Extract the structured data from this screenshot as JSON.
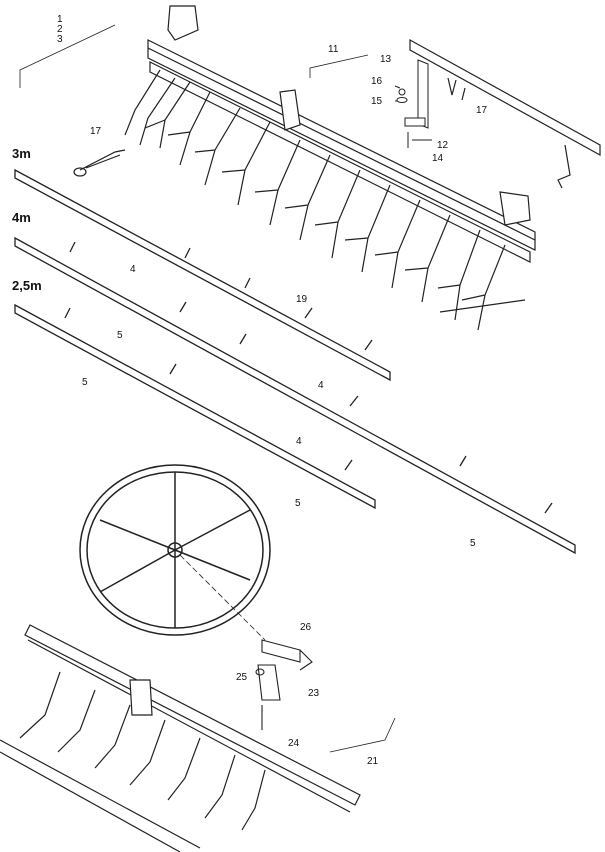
{
  "sizes": {
    "s3": "3m",
    "s4": "4m",
    "s25": "2,5m"
  },
  "refs": {
    "r1": "1",
    "r2": "2",
    "r3": "3",
    "r4a": "4",
    "r4b": "4",
    "r4c": "4",
    "r5a": "5",
    "r5b": "5",
    "r5c": "5",
    "r5d": "5",
    "r11": "11",
    "r12": "12",
    "r13": "13",
    "r14": "14",
    "r15": "15",
    "r16": "16",
    "r17a": "17",
    "r17b": "17",
    "r19": "19",
    "r21": "21",
    "r23": "23",
    "r24": "24",
    "r25": "25",
    "r26": "26"
  },
  "colors": {
    "line": "#222222",
    "background": "#ffffff"
  }
}
